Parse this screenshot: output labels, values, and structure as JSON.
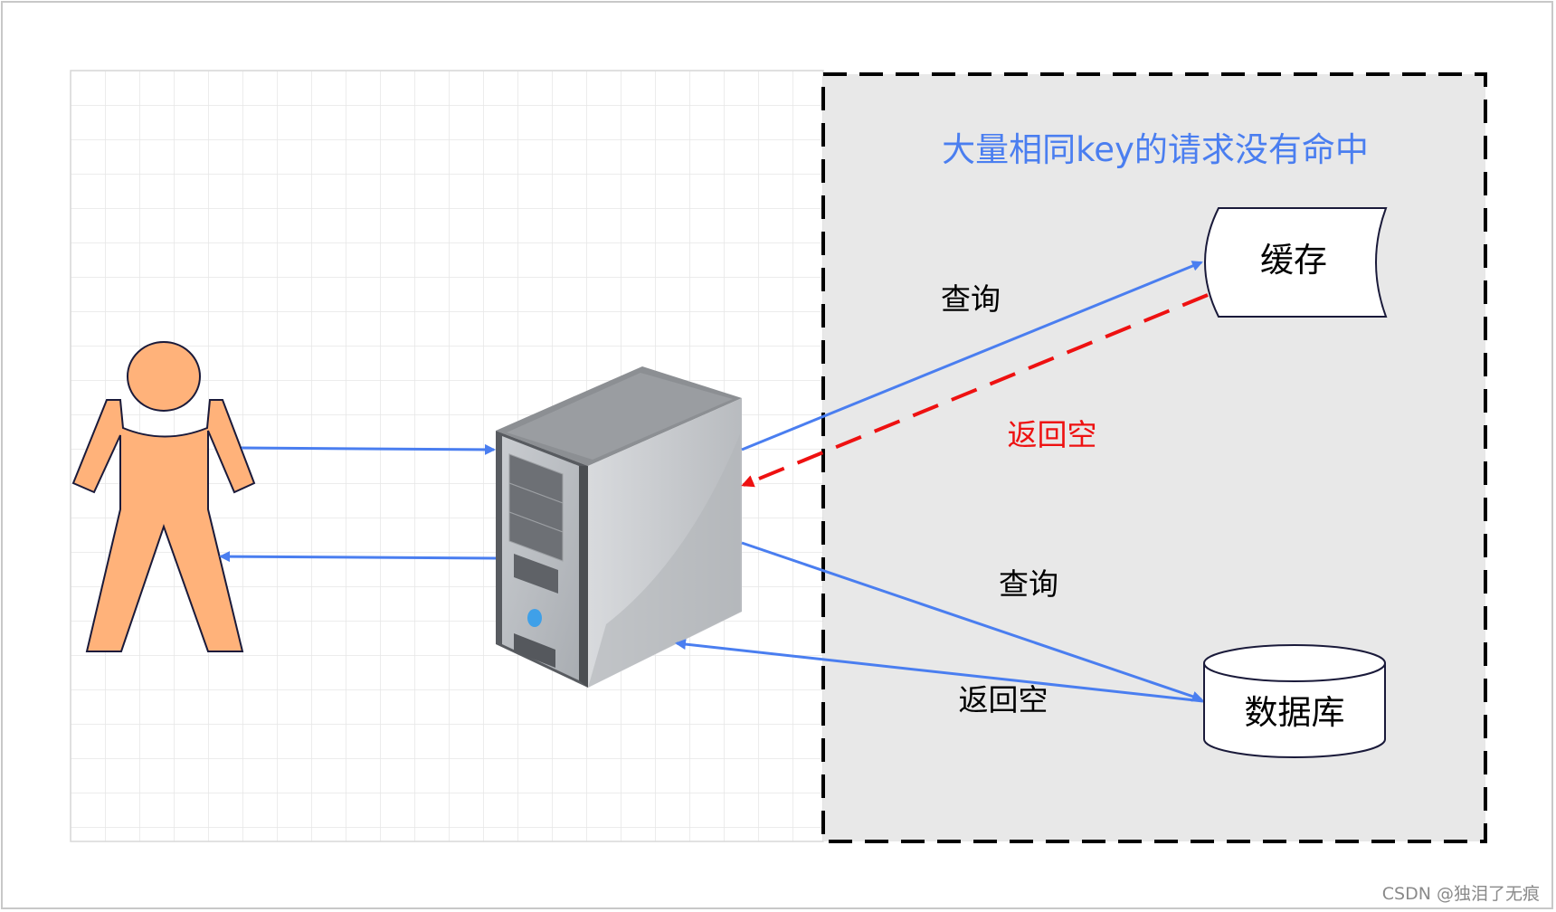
{
  "title": "大量相同key的请求没有命中",
  "nodes": {
    "cache": "缓存",
    "database": "数据库"
  },
  "edges": {
    "query_cache": "查询",
    "cache_return": "返回空",
    "query_db": "查询",
    "db_return": "返回空"
  },
  "watermark": "CSDN @独泪了无痕",
  "colors": {
    "accent": "#4a7ef0",
    "alert": "#ee1111",
    "person": "#ffb27a",
    "region": "#e8e8e8",
    "grid": "#dcdcdc"
  }
}
